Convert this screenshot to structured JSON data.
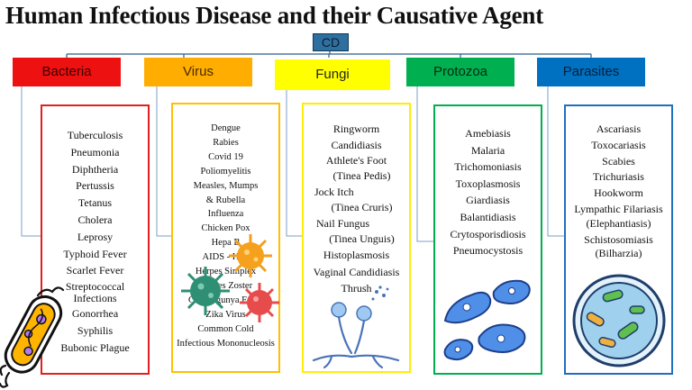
{
  "title": "Human Infectious Disease and their Causative Agent",
  "root": "CD",
  "categories": [
    {
      "key": "bacteria",
      "name": "Bacteria",
      "color": "#ee1111",
      "textColor": "#3a0000",
      "borderColor": "#e02020",
      "items": [
        "Tuberculosis",
        "Pneumonia",
        "Diphtheria",
        "Pertussis",
        "Tetanus",
        "Cholera",
        "Leprosy",
        "Typhoid Fever",
        "Scarlet Fever",
        "Streptococcal Infections",
        "Gonorrhea",
        "Syphilis",
        "Bubonic Plague"
      ]
    },
    {
      "key": "virus",
      "name": "Virus",
      "color": "#ffad00",
      "textColor": "#4a2a00",
      "borderColor": "#ffc000",
      "items": [
        "Dengue",
        "Rabies",
        "Covid 19",
        "Poliomyelitis",
        "Measles, Mumps",
        "& Rubella",
        "Influenza",
        "Chicken Pox",
        "Hepa B",
        "AIDS - HIV",
        "Herpes Simplex",
        "Herpes Zoster",
        "Chikungunya Fever",
        "Zika Virus",
        "Common Cold",
        "Infectious Mononucleosis"
      ]
    },
    {
      "key": "fungi",
      "name": "Fungi",
      "color": "#ffff00",
      "textColor": "#222",
      "borderColor": "#ffee00",
      "items": [
        "Ringworm",
        "Candidiasis",
        "Athlete's Foot",
        "(Tinea Pedis)",
        "Jock Itch",
        "(Tinea Cruris)",
        "Nail Fungus",
        "(Tinea Unguis)",
        "Histoplasmosis",
        "Vaginal Candidiasis",
        "Thrush"
      ]
    },
    {
      "key": "protozoa",
      "name": "Protozoa",
      "color": "#00b050",
      "textColor": "#002a10",
      "borderColor": "#00b050",
      "items": [
        "Amebiasis",
        "Malaria",
        "Trichomoniasis",
        "Toxoplasmosis",
        "Giardiasis",
        "Balantidiasis",
        "Crytosporisdiosis",
        "Pneumocystosis"
      ]
    },
    {
      "key": "parasites",
      "name": "Parasites",
      "color": "#0070c0",
      "textColor": "#04203a",
      "borderColor": "#1f6fbf",
      "items": [
        "Ascariasis",
        "Toxocariasis",
        "Scabies",
        "Trichuriasis",
        "Hookworm",
        "Lympathic Filariasis",
        "(Elephantiasis)",
        "Schistosomiasis",
        "(Bilharzia)"
      ]
    }
  ],
  "icons": [
    "bacterium-icon",
    "virus-icon",
    "mold-fungus-icon",
    "protozoa-icon",
    "petri-dish-icon"
  ]
}
